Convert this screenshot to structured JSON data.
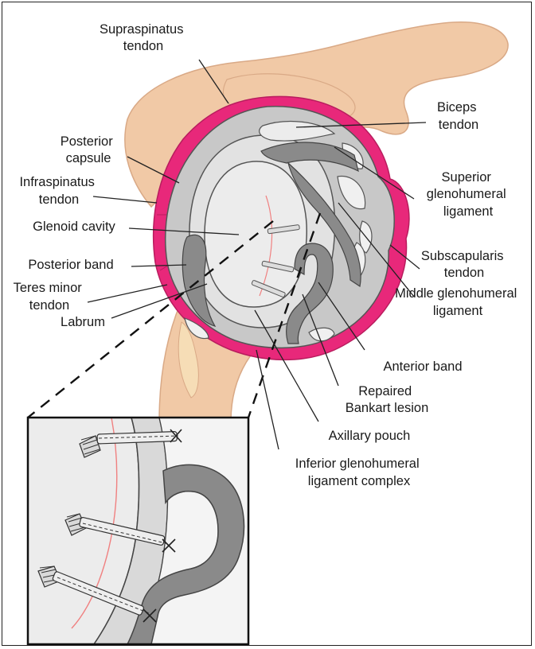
{
  "labels": {
    "supraspinatus": [
      "Supraspinatus",
      "tendon"
    ],
    "biceps": [
      "Biceps",
      "tendon"
    ],
    "posterior_capsule": [
      "Posterior",
      "capsule"
    ],
    "superior_gh": [
      "Superior",
      "glenohumeral",
      "ligament"
    ],
    "infraspinatus": [
      "Infraspinatus",
      "tendon"
    ],
    "glenoid": [
      "Glenoid cavity"
    ],
    "subscapularis": [
      "Subscapularis",
      "tendon"
    ],
    "posterior_band": [
      "Posterior band"
    ],
    "teres_minor": [
      "Teres minor",
      "tendon"
    ],
    "labrum": [
      "Labrum"
    ],
    "middle_gh": [
      "Middle glenohumeral",
      "ligament"
    ],
    "anterior_band": [
      "Anterior band"
    ],
    "bankart": [
      "Repaired",
      "Bankart lesion"
    ],
    "axillary": [
      "Axillary pouch"
    ],
    "inferior_gh": [
      "Inferior glenohumeral",
      "ligament complex"
    ]
  },
  "colors": {
    "bone": "#f1c9a6",
    "rotator_cuff": "#e8287a",
    "capsule_gray": "#c8c8c8",
    "ligament_gray": "#8a8a8a",
    "glenoid_light": "#ececec",
    "suture_red": "#f08080"
  }
}
